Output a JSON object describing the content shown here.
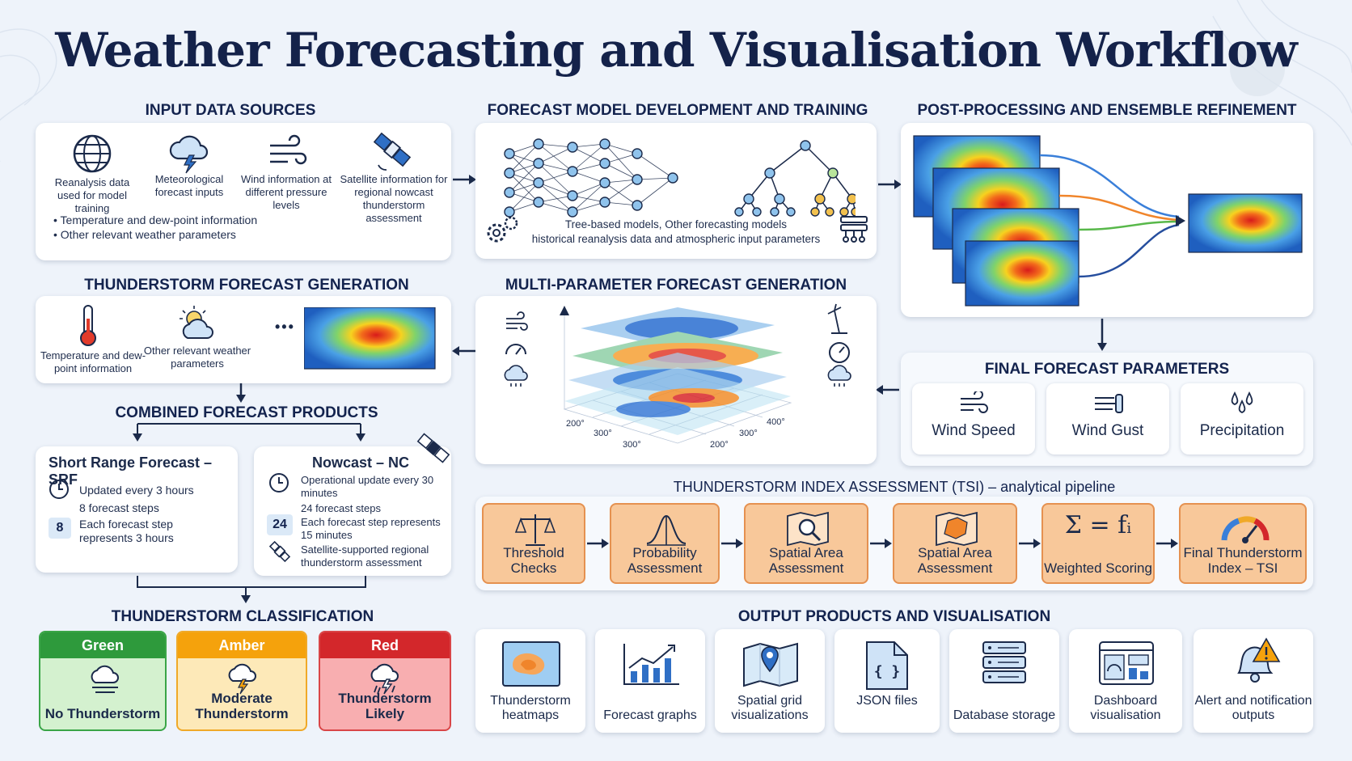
{
  "title": "Weather Forecasting and Visualisation Workflow",
  "sections": {
    "input": "INPUT DATA SOURCES",
    "model": "FORECAST MODEL DEVELOPMENT AND TRAINING",
    "post": "POST-PROCESSING AND ENSEMBLE REFINEMENT",
    "thunder_gen": "THUNDERSTORM FORECAST GENERATION",
    "multi": "MULTI-PARAMETER FORECAST GENERATION",
    "final": "FINAL FORECAST PARAMETERS",
    "combined": "COMBINED FORECAST PRODUCTS",
    "tsi": "THUNDERSTORM INDEX ASSESSMENT (TSI) – analytical pipeline",
    "classification": "THUNDERSTORM CLASSIFICATION",
    "output": "OUTPUT PRODUCTS AND VISUALISATION"
  },
  "input_sources": {
    "items": [
      {
        "icon": "globe-icon",
        "label": "Reanalysis data used for model training"
      },
      {
        "icon": "cloud-lightning-icon",
        "label": "Meteorological forecast inputs"
      },
      {
        "icon": "wind-icon",
        "label": "Wind information at different pressure levels"
      },
      {
        "icon": "satellite-icon",
        "label": "Satellite information for regional nowcast thunderstorm assessment"
      }
    ],
    "bullets": [
      "Temperature and dew-point information",
      "Other relevant weather parameters"
    ]
  },
  "model": {
    "line1": "Tree-based models, Other forecasting models",
    "line2": "historical reanalysis data and atmospheric input parameters"
  },
  "thunder_gen": {
    "items": [
      {
        "icon": "thermometer-icon",
        "label": "Temperature and dew-point information"
      },
      {
        "icon": "sun-cloud-icon",
        "label": "Other relevant weather parameters"
      }
    ],
    "ellipsis": "•••"
  },
  "multi": {
    "ticks": [
      "200°",
      "300°",
      "300°",
      "200°",
      "300°",
      "400°"
    ]
  },
  "final_params": [
    "Wind Speed",
    "Wind Gust",
    "Precipitation"
  ],
  "srf": {
    "title": "Short Range Forecast – SRF",
    "update": "Updated every 3 hours",
    "steps": "8 forecast steps",
    "badge": "8",
    "step_desc": "Each forecast step represents 3 hours"
  },
  "nc": {
    "title": "Nowcast – NC",
    "update": "Operational update every 30 minutes",
    "steps": "24 forecast steps",
    "badge": "24",
    "step_desc": "Each forecast step represents 15 minutes",
    "satellite": "Satellite-supported regional thunderstorm assessment"
  },
  "tsi_steps": [
    {
      "icon": "scales-icon",
      "label": "Threshold Checks"
    },
    {
      "icon": "bell-curve-icon",
      "label": "Probability Assessment"
    },
    {
      "icon": "map-magnifier-icon",
      "label": "Spatial Area Assessment"
    },
    {
      "icon": "map-region-icon",
      "label": "Spatial Area Assessment"
    },
    {
      "icon": "sigma-icon",
      "label": "Weighted Scoring"
    },
    {
      "icon": "gauge-icon",
      "label": "Final Thunderstorm Index – TSI"
    }
  ],
  "sigma_text": "Σ = fᵢ",
  "classification": [
    {
      "head": "Green",
      "label": "No Thunderstorm",
      "head_color": "#2e9a3c",
      "body_color": "#d4f1cf",
      "border": "#3aa547"
    },
    {
      "head": "Amber",
      "label": "Moderate Thunderstorm",
      "head_color": "#f5a20c",
      "body_color": "#fde9b8",
      "border": "#f0a928"
    },
    {
      "head": "Red",
      "label": "Thunderstorm Likely",
      "head_color": "#d3272b",
      "body_color": "#f8aeb0",
      "border": "#d94547"
    }
  ],
  "outputs": [
    {
      "icon": "heatmap-icon",
      "label": "Thunderstorm heatmaps"
    },
    {
      "icon": "graph-icon",
      "label": "Forecast graphs"
    },
    {
      "icon": "map-pin-icon",
      "label": "Spatial grid visualizations"
    },
    {
      "icon": "json-file-icon",
      "label": "JSON files",
      "glyph": "{ }"
    },
    {
      "icon": "database-icon",
      "label": "Database storage"
    },
    {
      "icon": "dashboard-icon",
      "label": "Dashboard visualisation"
    },
    {
      "icon": "alert-bell-icon",
      "label": "Alert and notification outputs"
    }
  ]
}
